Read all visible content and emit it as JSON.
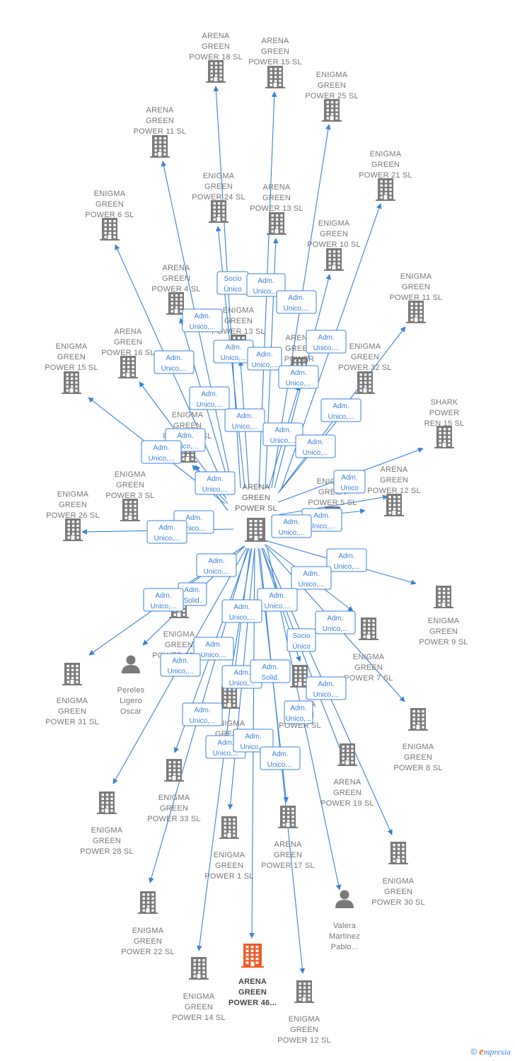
{
  "colors": {
    "edge": "#3a82d8",
    "company": "#7a7a7a",
    "person": "#7a7a7a",
    "highlight": "#f05a28"
  },
  "center": {
    "lines": [
      "ARENA",
      "GREEN",
      "POWER  SL"
    ],
    "icon": "building-icon"
  },
  "nodes": [
    {
      "id": "ag18",
      "lines": [
        "ARENA",
        "GREEN",
        "POWER 18  SL"
      ],
      "type": "company"
    },
    {
      "id": "ag15",
      "lines": [
        "ARENA",
        "GREEN",
        "POWER 15  SL"
      ],
      "type": "company"
    },
    {
      "id": "eg25",
      "lines": [
        "ENIGMA",
        "GREEN",
        "POWER 25  SL"
      ],
      "type": "company"
    },
    {
      "id": "ag11",
      "lines": [
        "ARENA",
        "GREEN",
        "POWER 11  SL"
      ],
      "type": "company"
    },
    {
      "id": "eg21",
      "lines": [
        "ENIGMA",
        "GREEN",
        "POWER 21  SL"
      ],
      "type": "company"
    },
    {
      "id": "eg24",
      "lines": [
        "ENIGMA",
        "GREEN",
        "POWER 24  SL"
      ],
      "type": "company"
    },
    {
      "id": "ag13",
      "lines": [
        "ARENA",
        "GREEN",
        "POWER 13  SL"
      ],
      "type": "company"
    },
    {
      "id": "eg6",
      "lines": [
        "ENIGMA",
        "GREEN",
        "POWER 6  SL"
      ],
      "type": "company"
    },
    {
      "id": "eg10",
      "lines": [
        "ENIGMA",
        "GREEN",
        "POWER 10  SL"
      ],
      "type": "company"
    },
    {
      "id": "eg11",
      "lines": [
        "ENIGMA",
        "GREEN",
        "POWER 11  SL"
      ],
      "type": "company"
    },
    {
      "id": "ag4",
      "lines": [
        "ARENA",
        "GREEN",
        "POWER 4  SL"
      ],
      "type": "company"
    },
    {
      "id": "eg13",
      "lines": [
        "ENIGMA",
        "GREEN",
        "POWER 13  SL"
      ],
      "type": "company"
    },
    {
      "id": "ag16",
      "lines": [
        "ARENA",
        "GREEN",
        "POWER 16  SL"
      ],
      "type": "company"
    },
    {
      "id": "ag_p",
      "lines": [
        "ARENA",
        "GREEN",
        "POWER"
      ],
      "type": "company"
    },
    {
      "id": "eg32",
      "lines": [
        "ENIGMA",
        "GREEN",
        "POWER 32  SL"
      ],
      "type": "company"
    },
    {
      "id": "eg15",
      "lines": [
        "ENIGMA",
        "GREEN",
        "POWER 15  SL"
      ],
      "type": "company"
    },
    {
      "id": "shark",
      "lines": [
        "SHARK",
        "POWER",
        "REN 15  SL"
      ],
      "type": "company"
    },
    {
      "id": "eg2",
      "lines": [
        "ENIGMA",
        "GREEN",
        "POWER 2  SL"
      ],
      "type": "company"
    },
    {
      "id": "ag12",
      "lines": [
        "ARENA",
        "GREEN",
        "POWER 12  SL"
      ],
      "type": "company"
    },
    {
      "id": "eg3",
      "lines": [
        "ENIGMA",
        "GREEN",
        "POWER 3  SL"
      ],
      "type": "company"
    },
    {
      "id": "eg5",
      "lines": [
        "ENIGMA",
        "GREEN",
        "POWER 5  SL"
      ],
      "type": "company"
    },
    {
      "id": "eg26",
      "lines": [
        "ENIGMA",
        "GREEN",
        "POWER 26  SL"
      ],
      "type": "company"
    },
    {
      "id": "eg9",
      "lines": [
        "ENIGMA",
        "GREEN",
        "POWER 9  SL"
      ],
      "type": "company"
    },
    {
      "id": "eg29",
      "lines": [
        "ENIGMA",
        "GREEN",
        "POWER 29  SL"
      ],
      "type": "company"
    },
    {
      "id": "eg7",
      "lines": [
        "ENIGMA",
        "GREEN",
        "POWER 7  SL"
      ],
      "type": "company"
    },
    {
      "id": "pereles",
      "lines": [
        "Pereles",
        "Ligero",
        "Oscar"
      ],
      "type": "person"
    },
    {
      "id": "eg31",
      "lines": [
        "ENIGMA",
        "GREEN",
        "POWER 31  SL"
      ],
      "type": "company"
    },
    {
      "id": "egx",
      "lines": [
        "ENIGMA",
        "GREEN",
        "POWER"
      ],
      "type": "company"
    },
    {
      "id": "eg8",
      "lines": [
        "ENIGMA",
        "GREEN",
        "POWER 8  SL"
      ],
      "type": "company"
    },
    {
      "id": "eg_po",
      "lines": [
        "ENIGMA",
        "GREEN",
        "POWER  SL"
      ],
      "type": "company"
    },
    {
      "id": "ag19",
      "lines": [
        "ARENA",
        "GREEN",
        "POWER 19  SL"
      ],
      "type": "company"
    },
    {
      "id": "eg33",
      "lines": [
        "ENIGMA",
        "GREEN",
        "POWER 33  SL"
      ],
      "type": "company"
    },
    {
      "id": "eg28",
      "lines": [
        "ENIGMA",
        "GREEN",
        "POWER 28  SL"
      ],
      "type": "company"
    },
    {
      "id": "eg1",
      "lines": [
        "ENIGMA",
        "GREEN",
        "POWER 1  SL"
      ],
      "type": "company"
    },
    {
      "id": "ag17",
      "lines": [
        "ARENA",
        "GREEN",
        "POWER 17  SL"
      ],
      "type": "company"
    },
    {
      "id": "eg30",
      "lines": [
        "ENIGMA",
        "GREEN",
        "POWER 30  SL"
      ],
      "type": "company"
    },
    {
      "id": "eg22",
      "lines": [
        "ENIGMA",
        "GREEN",
        "POWER 22  SL"
      ],
      "type": "company"
    },
    {
      "id": "valera",
      "lines": [
        "Valera",
        "Martinez",
        "Pablo..."
      ],
      "type": "person"
    },
    {
      "id": "ag46",
      "lines": [
        "ARENA",
        "GREEN",
        "POWER 46..."
      ],
      "type": "company",
      "highlight": true
    },
    {
      "id": "eg14",
      "lines": [
        "ENIGMA",
        "GREEN",
        "POWER 14  SL"
      ],
      "type": "company"
    },
    {
      "id": "eg12",
      "lines": [
        "ENIGMA",
        "GREEN",
        "POWER 12  SL"
      ],
      "type": "company"
    }
  ],
  "relations": [
    [
      "Socio",
      "Único"
    ],
    [
      "Adm.",
      "Unico,..."
    ],
    [
      "Adm.",
      "Unico,..."
    ],
    [
      "Adm.",
      "Unico,..."
    ],
    [
      "Adm.",
      "Unico,..."
    ],
    [
      "Adm.",
      "Unico,..."
    ],
    [
      "Adm.",
      "Unico,..."
    ],
    [
      "Adm.",
      "Unico,..."
    ],
    [
      "Adm.",
      "Unico,..."
    ],
    [
      "Adm.",
      "Unico,..."
    ],
    [
      "Adm.",
      "Unico,..."
    ],
    [
      "Adm.",
      "Unico,..."
    ],
    [
      "Adm.",
      "Unico,..."
    ],
    [
      "Adm.",
      "Unico,..."
    ],
    [
      "Adm.",
      "Unico,..."
    ],
    [
      "Adm.",
      "Unico,..."
    ],
    [
      "Adm.",
      "Unico"
    ],
    [
      "Adm.",
      "Unico,..."
    ],
    [
      "Adm.",
      "Unico,..."
    ],
    [
      "Adm.",
      "Unico,..."
    ],
    [
      "Adm.",
      "Unico,..."
    ],
    [
      "Adm.",
      "Unico,..."
    ],
    [
      "Adm.",
      "Unico,..."
    ],
    [
      "Adm.",
      "Unico,..."
    ],
    [
      "Adm.",
      "Solid."
    ],
    [
      "Adm.",
      "Unico,..."
    ],
    [
      "Adm.",
      "Unico,..."
    ],
    [
      "Adm.",
      "Unico,..."
    ],
    [
      "Socio",
      "Único"
    ],
    [
      "Adm.",
      "Unico,..."
    ],
    [
      "Adm.",
      "Unico,..."
    ],
    [
      "Adm.",
      "Unico,..."
    ],
    [
      "Adm.",
      "Unico,..."
    ],
    [
      "Adm.",
      "Unico,..."
    ],
    [
      "Adm.",
      "Solid."
    ],
    [
      "Adm.",
      "Unico,..."
    ],
    [
      "Adm.",
      "Unico,..."
    ],
    [
      "Adm.",
      "Unico,..."
    ],
    [
      "Adm.",
      "Unico,..."
    ],
    [
      "Adm.",
      "Unico,..."
    ],
    [
      "Adm.",
      "Unico,..."
    ]
  ],
  "brand": {
    "copyright": "©",
    "initial": "e",
    "rest": "mpresia"
  }
}
